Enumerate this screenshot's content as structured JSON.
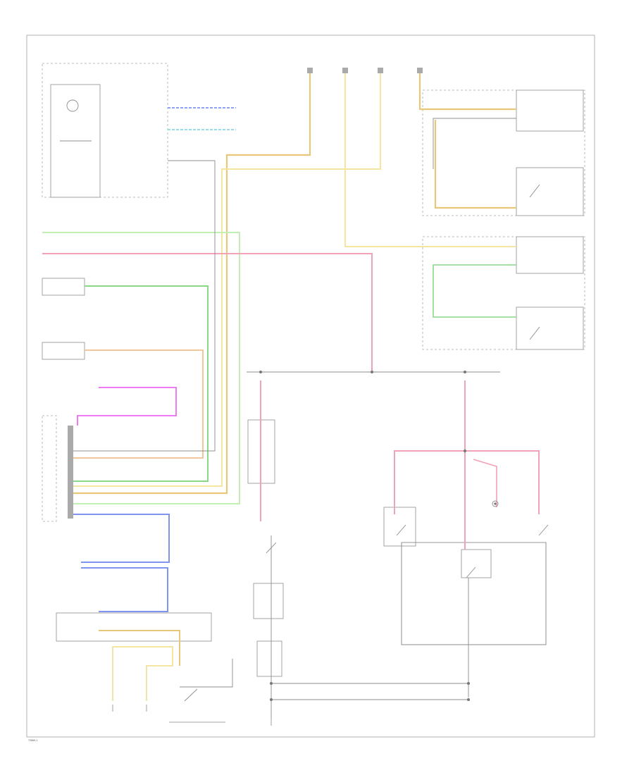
{
  "colors": {
    "tan": "#e8c77a",
    "yellow": "#f4e6a2",
    "orange": "#f0c79a",
    "green": "#88d888",
    "light_green": "#c2f0b4",
    "pink": "#f1a2b6",
    "magenta": "#ee7cf0",
    "blue": "#7f94f0",
    "light_blue": "#8ad8e4",
    "gray": "#9a9a9a",
    "ground": "#888888"
  },
  "footer": {
    "page_code": "72665-1"
  },
  "wire_colors": [
    "tan",
    "yellow",
    "orange",
    "green",
    "light_green",
    "pink",
    "magenta",
    "blue",
    "light_blue"
  ],
  "icons": [
    "ground-icon",
    "switch-icon",
    "lamp-icon",
    "connector-pin-icon",
    "splice-dot-icon"
  ]
}
